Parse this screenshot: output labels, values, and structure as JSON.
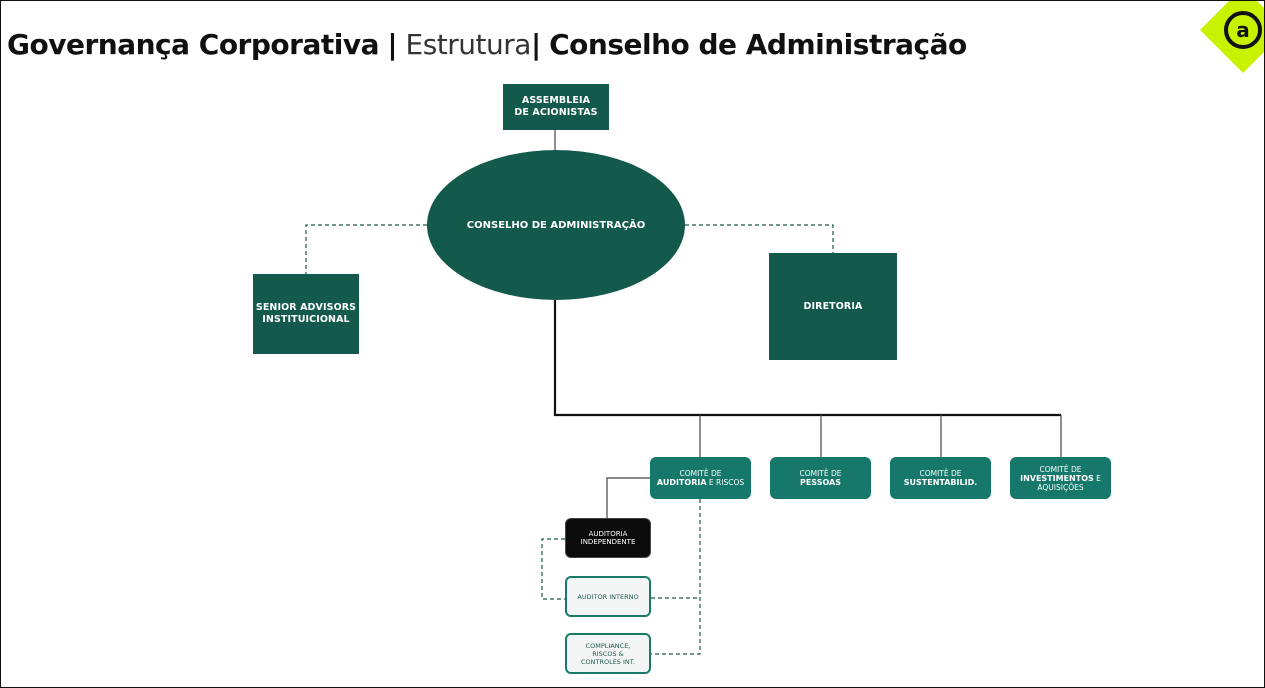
{
  "header": {
    "title_main": "Governança Corporativa",
    "title_sep": "|",
    "title_section": "Estrutura",
    "title_page": "Conselho de Administração"
  },
  "logo": {
    "icon": "at-sign-logo-icon",
    "color": "#c8f200",
    "glyph": "a"
  },
  "colors": {
    "dark_green": "#135a4d",
    "teal": "#16786a",
    "black": "#0b0b0b",
    "outline": "#1a7a68"
  },
  "org": {
    "assembleia": "ASSEMBLEIA\nDE ACIONISTAS",
    "conselho": "CONSELHO DE ADMINISTRAÇÃO",
    "senior": "SENIOR ADVISORS\nINSTITUICIONAL",
    "diretoria": "DIRETORIA",
    "comite_auditoria": {
      "pre": "COMITÊ DE",
      "bold": "AUDITORIA",
      "post": " E RISCOS"
    },
    "comite_pessoas": {
      "pre": "COMITÊ DE",
      "bold": "PESSOAS"
    },
    "comite_sustent": {
      "pre": "COMITÊ DE",
      "bold": "SUSTENTABILID."
    },
    "comite_invest": {
      "pre": "COMITÊ DE",
      "bold": "INVESTIMENTOS",
      "post": " E\nAQUISIÇÕES"
    },
    "auditoria_independente": "AUDITORIA\nINDEPENDENTE",
    "auditor_interno": "AUDITOR INTERNO",
    "compliance": "COMPLIANCE,\nRISCOS &\nCONTROLES INT."
  }
}
